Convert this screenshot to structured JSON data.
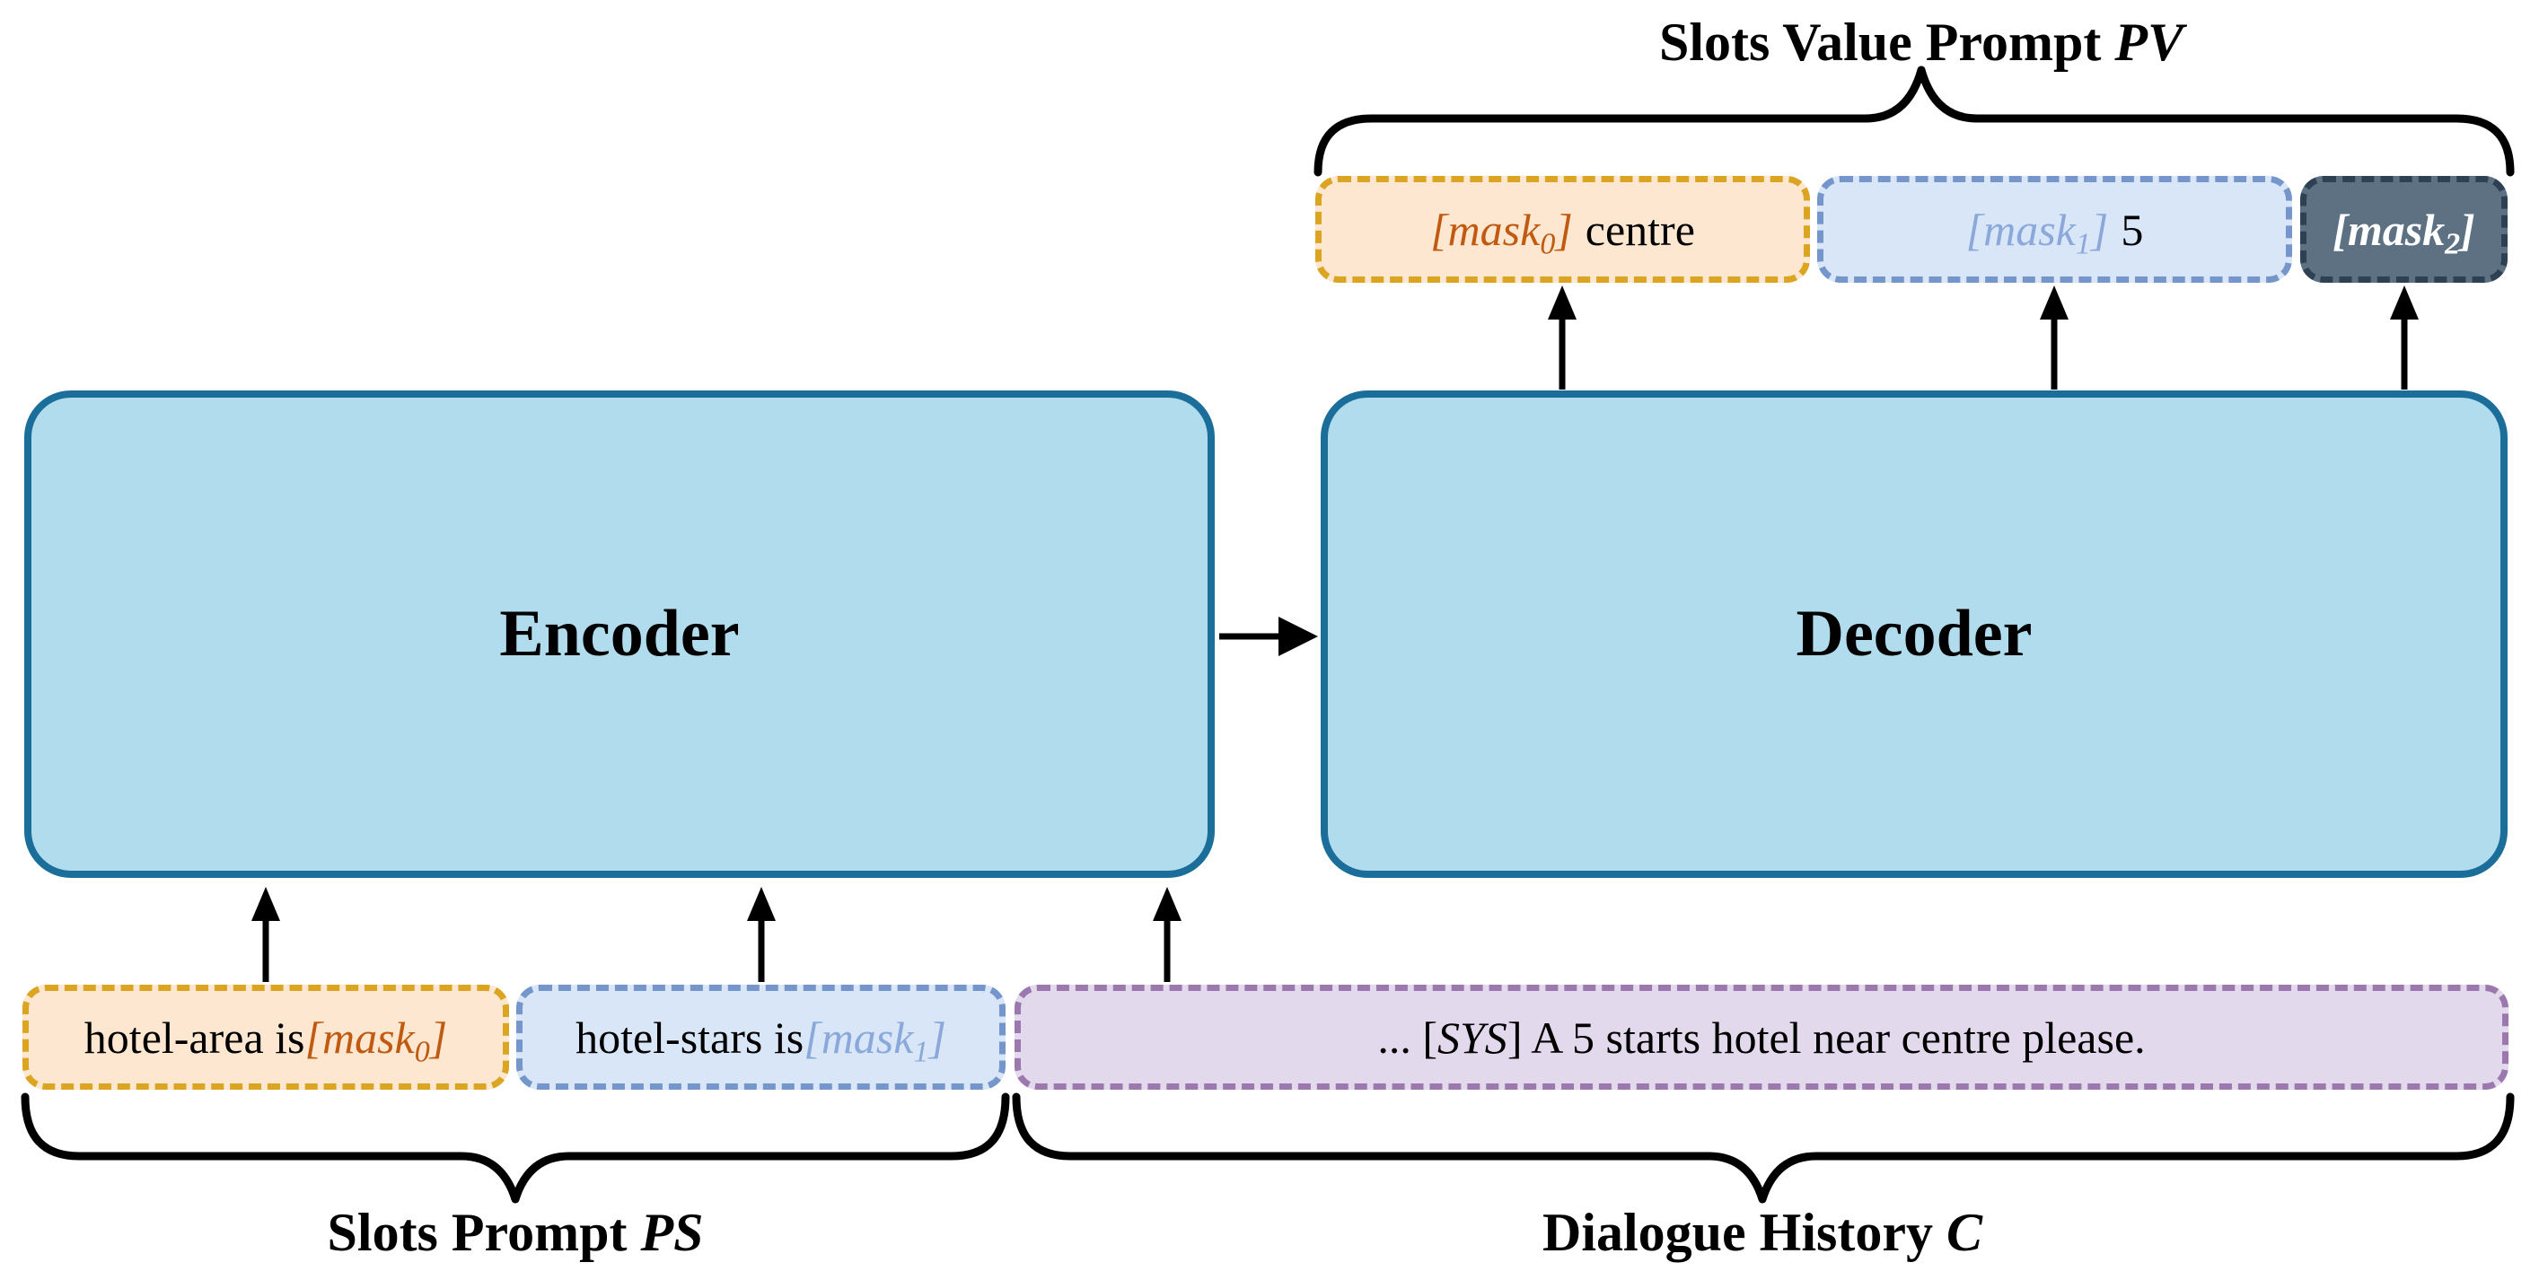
{
  "colors": {
    "canvas_bg": "#ffffff",
    "seq2seq_fill": "#b0dcee",
    "seq2seq_border": "#1a6e99",
    "slot0_border": "#dba421",
    "slot0_fill": "#fde7d0",
    "slot0_text": "#c05a10",
    "slot1_border": "#7596cb",
    "slot1_fill": "#d9e6f8",
    "slot1_text": "#8aa9da",
    "mask2_fill": "#5d7183",
    "mask2_border": "#2e4154",
    "mask2_text": "#ffffff",
    "history_border": "#9b79ae",
    "history_fill": "#e3d9ec",
    "line_color": "#000000"
  },
  "top_label": {
    "text": "Slots Value Prompt ",
    "var": "PV"
  },
  "encoder": {
    "label": "Encoder"
  },
  "decoder": {
    "label": "Decoder"
  },
  "value_boxes": [
    {
      "open": "[",
      "word": "mask",
      "sub": "0",
      "close": "]",
      "value": "centre"
    },
    {
      "open": "[",
      "word": "mask",
      "sub": "1",
      "close": "]",
      "value": "5"
    },
    {
      "open": "[",
      "word": "mask",
      "sub": "2",
      "close": "]",
      "value": ""
    }
  ],
  "slot_boxes": [
    {
      "prefix": "hotel-area is ",
      "open": "[",
      "word": "mask",
      "sub": "0",
      "close": "]"
    },
    {
      "prefix": "hotel-stars is ",
      "open": "[",
      "word": "mask",
      "sub": "1",
      "close": "]"
    }
  ],
  "history_box": {
    "pre": "... [",
    "sys": "SYS",
    "post": "] A 5 starts hotel near centre please."
  },
  "bottom_labels": {
    "slots_prompt": {
      "text": "Slots Prompt ",
      "var": "PS"
    },
    "dialogue_history": {
      "text": "Dialogue History ",
      "var": "C"
    }
  }
}
